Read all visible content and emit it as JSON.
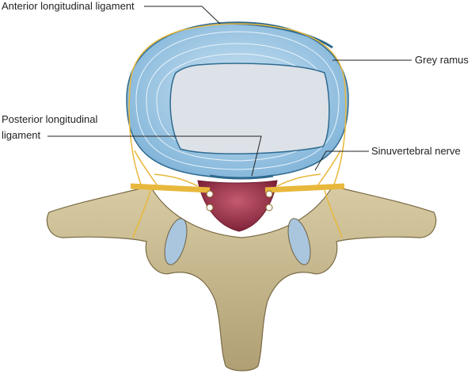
{
  "labels": {
    "anterior": "Anterior longitudinal ligament",
    "grey_ramus": "Grey ramus",
    "posterior_line1": "Posterior longitudinal",
    "posterior_line2": "ligament",
    "sinuvertebral": "Sinuvertebral nerve"
  },
  "colors": {
    "annulus": "#9cc9e6",
    "nucleus": "#dfe3e8",
    "bone": "#c9b98f",
    "canal": "#a43a55",
    "nerve": "#f2c95a",
    "leader": "#222222"
  }
}
